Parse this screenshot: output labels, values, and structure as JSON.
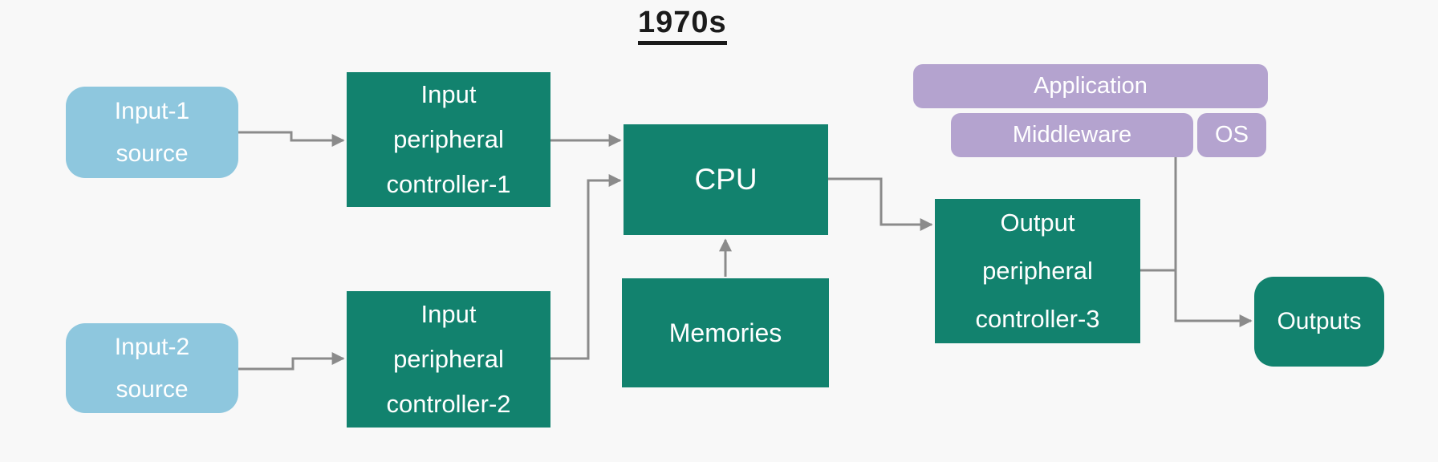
{
  "title": "1970s",
  "colors": {
    "teal": "#12826e",
    "light_blue": "#8ec7de",
    "purple": "#b4a3cf",
    "arrow_gray": "#8b8b8b",
    "background": "#f8f8f8",
    "node_text": "#ffffff",
    "title_text": "#1b1b1b"
  },
  "nodes": {
    "input1_source": {
      "lines": [
        "Input-1",
        "source"
      ]
    },
    "controller1": {
      "lines": [
        "Input",
        "peripheral",
        "controller-1"
      ]
    },
    "input2_source": {
      "lines": [
        "Input-2",
        "source"
      ]
    },
    "controller2": {
      "lines": [
        "Input",
        "peripheral",
        "controller-2"
      ]
    },
    "cpu": {
      "lines": [
        "CPU"
      ]
    },
    "memories": {
      "lines": [
        "Memories"
      ]
    },
    "application": {
      "lines": [
        "Application"
      ]
    },
    "middleware": {
      "lines": [
        "Middleware"
      ]
    },
    "os": {
      "lines": [
        "OS"
      ]
    },
    "controller3": {
      "lines": [
        "Output",
        "peripheral",
        "controller-3"
      ]
    },
    "outputs": {
      "lines": [
        "Outputs"
      ]
    }
  },
  "connections": [
    {
      "from": "Input-1 source",
      "to": "Input peripheral controller-1",
      "arrow": true
    },
    {
      "from": "Input peripheral controller-1",
      "to": "CPU",
      "arrow": true
    },
    {
      "from": "Input-2 source",
      "to": "Input peripheral controller-2",
      "arrow": true
    },
    {
      "from": "Input peripheral controller-2",
      "to": "CPU",
      "arrow": true
    },
    {
      "from": "Memories",
      "to": "CPU",
      "arrow": true
    },
    {
      "from": "CPU",
      "to": "Output peripheral controller-3",
      "arrow": true
    },
    {
      "from": "Output peripheral controller-3",
      "to": "Outputs junction",
      "arrow": false
    },
    {
      "from": "Middleware / OS layer",
      "to": "Outputs",
      "arrow": true
    }
  ]
}
